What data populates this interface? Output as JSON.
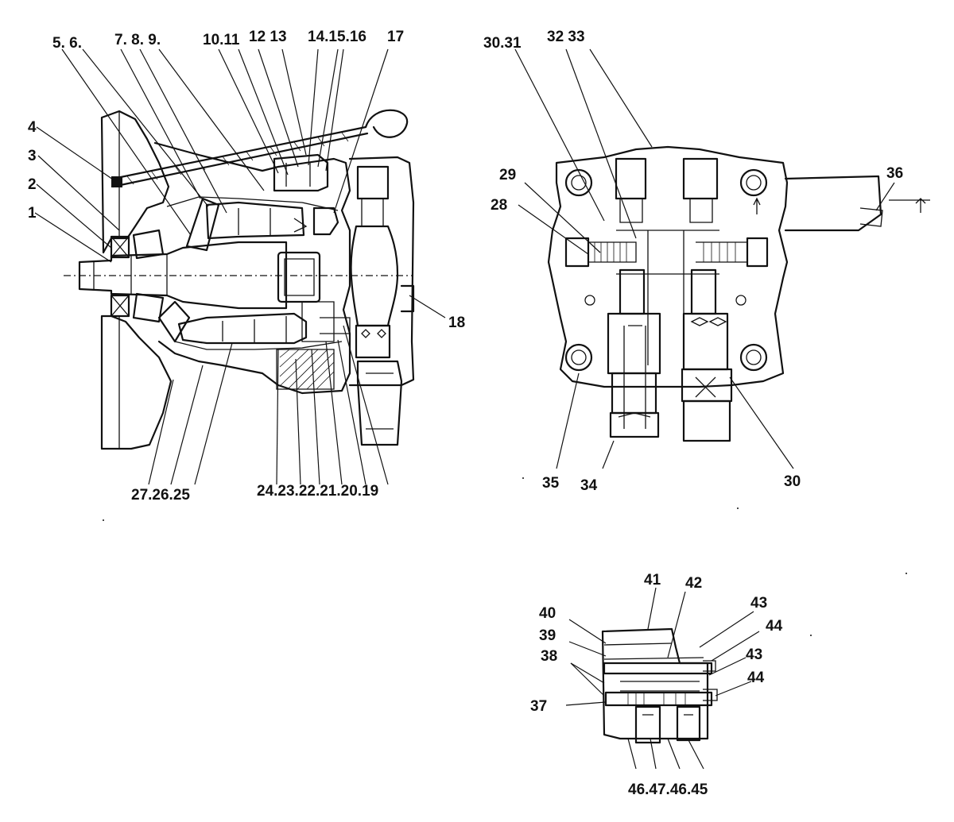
{
  "views": {
    "section_view": {
      "labels": {
        "l1": "1",
        "l2": "2",
        "l3": "3",
        "l4": "4",
        "l5_6": "5. 6.",
        "l7_8_9": "7. 8. 9.",
        "l10_11": "10.11",
        "l12_13": "12 13",
        "l14_15_16": "14.15.16",
        "l17": "17",
        "l18": "18",
        "l24_19": "24.23.22.21.20.19",
        "l27_25": "27.26.25"
      }
    },
    "end_view": {
      "labels": {
        "l30_31": "30.31",
        "l32_33": "32 33",
        "l29": "29",
        "l28": "28",
        "l36": "36",
        "l35": "35",
        "l34": "34",
        "l30": "30"
      }
    },
    "valve_view": {
      "labels": {
        "l41": "41",
        "l42": "42",
        "l40": "40",
        "l43a": "43",
        "l39": "39",
        "l44a": "44",
        "l38": "38",
        "l43b": "43",
        "l44b": "44",
        "l37": "37",
        "l46_45": "46.47.46.45"
      }
    }
  }
}
